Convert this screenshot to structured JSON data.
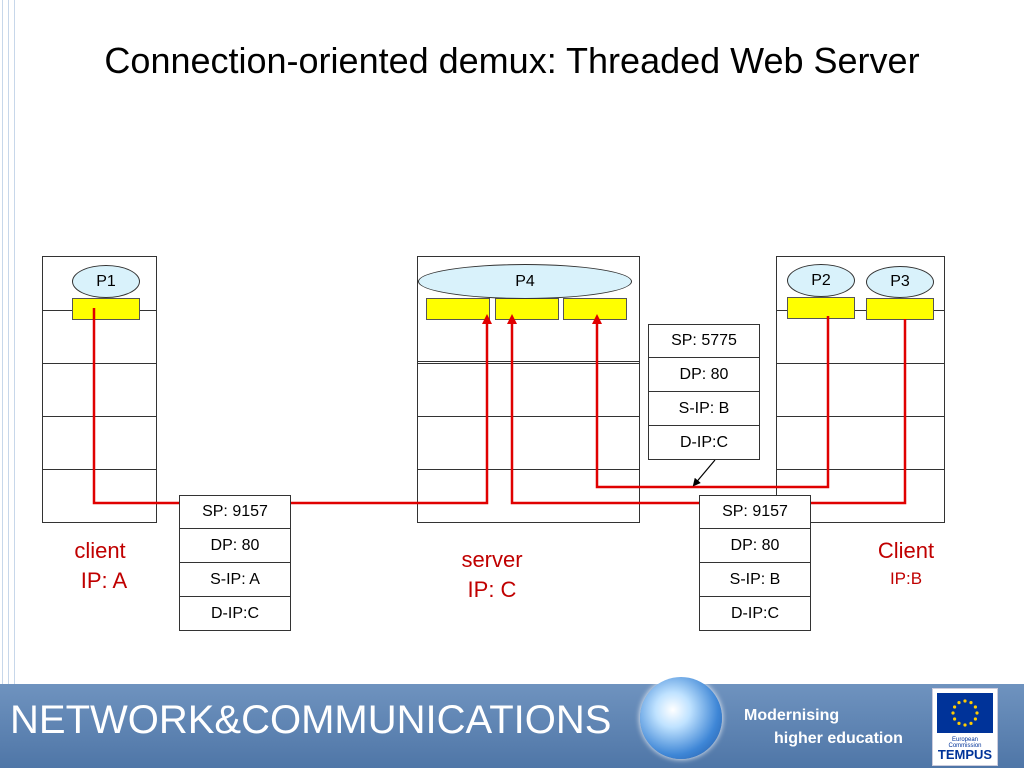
{
  "slide": {
    "title": "Connection-oriented demux: Threaded Web Server"
  },
  "hosts": {
    "client_a": {
      "line1": "client",
      "line2": "IP: A",
      "process": "P1"
    },
    "server": {
      "line1": "server",
      "line2": "IP: C",
      "process": "P4"
    },
    "client_b": {
      "line1": "Client",
      "line2": "IP:B",
      "processes": [
        "P2",
        "P3"
      ]
    }
  },
  "segments": {
    "from_a": [
      "SP: 9157",
      "DP: 80",
      "S-IP: A",
      "D-IP:C"
    ],
    "from_b_p3": [
      "SP: 9157",
      "DP: 80",
      "S-IP: B",
      "D-IP:C"
    ],
    "from_b_p2": [
      "SP: 5775",
      "DP: 80",
      "S-IP: B",
      "D-IP:C"
    ]
  },
  "footer": {
    "banner": "NETWORK&COMMUNICATIONS",
    "tagline_1": "Modernising",
    "tagline_2": "higher education",
    "eu_small": "European Commission",
    "eu_name": "TEMPUS"
  },
  "colors": {
    "path": "#e00000",
    "socket": "#ffff00",
    "process": "#d9f2fb",
    "host_label": "#c00000",
    "footer": "#5a80b0"
  }
}
